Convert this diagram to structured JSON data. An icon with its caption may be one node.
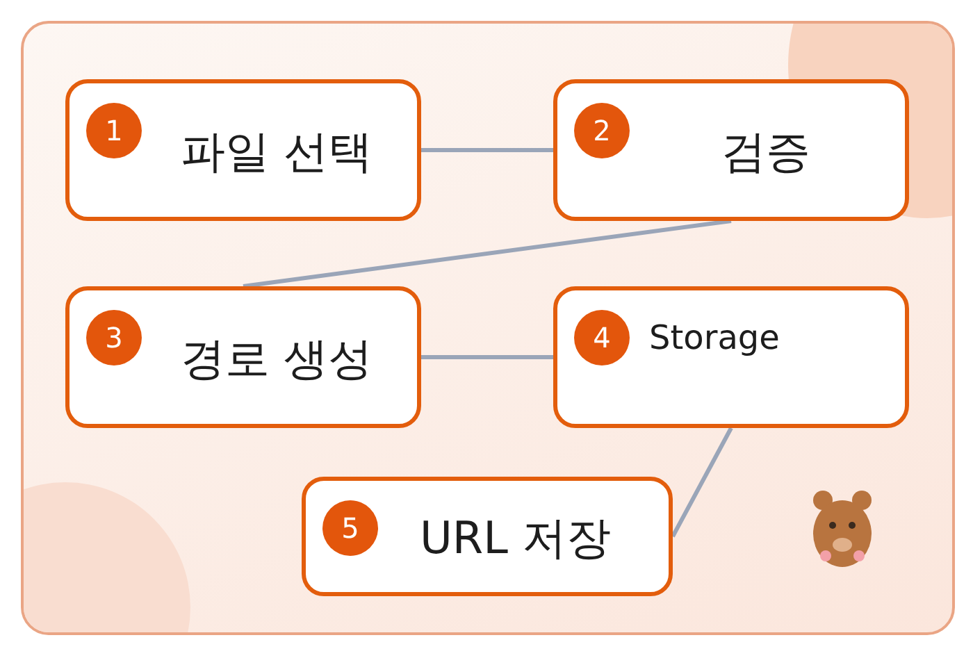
{
  "diagram": {
    "nodes": [
      {
        "text": [
          "1",
          "파일 선택"
        ]
      },
      {
        "text": [
          "2",
          "검증"
        ]
      },
      {
        "text": [
          "3",
          "경로 생성"
        ]
      },
      {
        "text": [
          "4",
          "Storage"
        ]
      },
      {
        "text": [
          "5",
          "URL 저장"
        ]
      }
    ],
    "edges": [
      {
        "from": 0,
        "to": 1,
        "arrow": "none"
      },
      {
        "from": 1,
        "to": 2,
        "arrow": "none"
      },
      {
        "from": 2,
        "to": 3,
        "arrow": "none"
      },
      {
        "from": 3,
        "to": 4,
        "arrow": "none"
      }
    ]
  }
}
